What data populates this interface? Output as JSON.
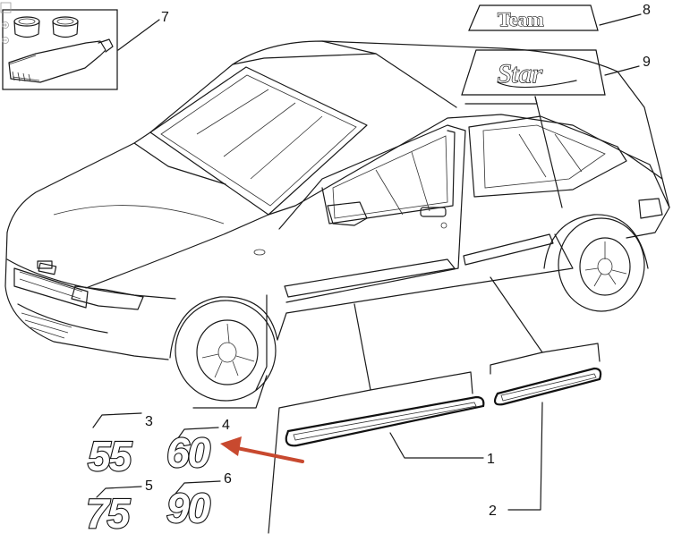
{
  "callouts": {
    "c1": "1",
    "c2": "2",
    "c3": "3",
    "c4": "4",
    "c5": "5",
    "c6": "6",
    "c7": "7",
    "c8": "8",
    "c9": "9"
  },
  "badges": {
    "b55": "55",
    "b60": "60",
    "b75": "75",
    "b90": "90"
  },
  "emblems": {
    "team": "Team",
    "star": "Star"
  },
  "colors": {
    "arrow": "#c8492f",
    "ink": "#111111"
  },
  "icons": {
    "fit": "fit-icon",
    "zoom_in": "zoom-in-icon",
    "zoom_out": "zoom-out-icon"
  }
}
